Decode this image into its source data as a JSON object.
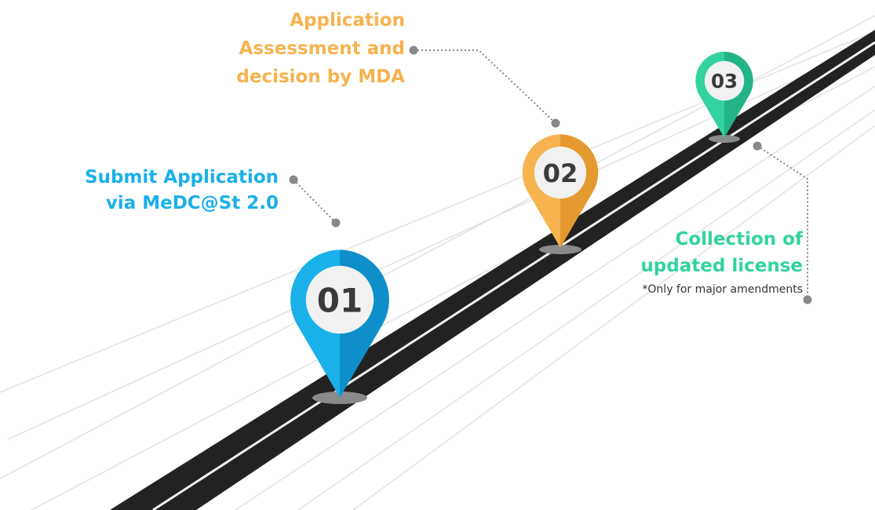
{
  "colors": {
    "step1": "#1ab0ea",
    "step1_dark": "#0e8fc9",
    "step2": "#f6b34f",
    "step2_dark": "#e49a2e",
    "step3": "#32d3a0",
    "step3_dark": "#22b487",
    "road": "#222222",
    "road_line": "#f2f2f2",
    "connector": "#888888"
  },
  "steps": [
    {
      "number": "01",
      "title_lines": [
        "Submit Application",
        "via MeDC@St 2.0"
      ],
      "note": ""
    },
    {
      "number": "02",
      "title_lines": [
        "Application",
        "Assessment and",
        "decision by MDA"
      ],
      "note": ""
    },
    {
      "number": "03",
      "title_lines": [
        "Collection of",
        "updated license"
      ],
      "note": "*Only for major amendments"
    }
  ]
}
